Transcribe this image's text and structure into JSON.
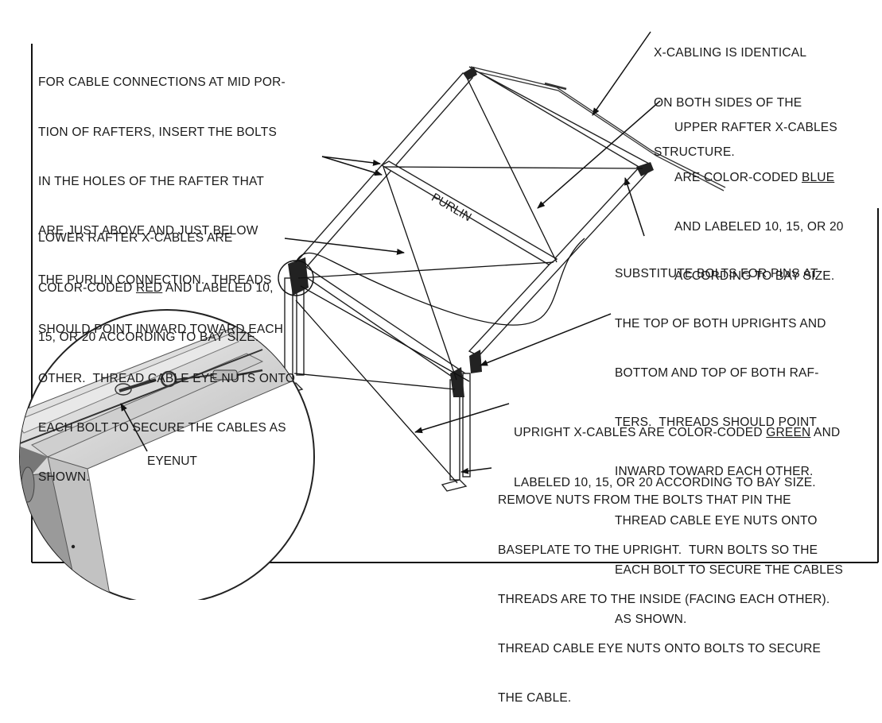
{
  "notes": {
    "mid_rafter": [
      "FOR CABLE CONNECTIONS AT MID POR-",
      "TION OF RAFTERS, INSERT THE BOLTS",
      "IN THE HOLES OF THE RAFTER THAT",
      "ARE JUST ABOVE AND JUST BELOW",
      "THE PURLIN CONNECTION.  THREADS",
      "SHOULD POINT INWARD TOWARD EACH",
      "OTHER.  THREAD CABLE EYE NUTS ONTO",
      "EACH BOLT TO SECURE THE CABLES AS",
      "SHOWN."
    ],
    "lower_rafter": {
      "line1": "LOWER RAFTER X-CABLES ARE",
      "line2_pre": "COLOR-CODED ",
      "color": "RED",
      "line2_post": " AND LABELED 10,",
      "line3": "15, OR 20 ACCORDING TO BAY SIZE."
    },
    "x_cabling": [
      "X-CABLING IS IDENTICAL",
      "ON BOTH SIDES OF THE",
      "STRUCTURE."
    ],
    "upper_rafter": {
      "line1": "UPPER RAFTER X-CABLES",
      "line2_pre": "ARE COLOR-CODED ",
      "color": "BLUE",
      "line3": "AND LABELED 10, 15, OR 20",
      "line4": "ACCORDING TO BAY SIZE."
    },
    "substitute": [
      "SUBSTITUTE BOLTS FOR PINS AT",
      "THE TOP OF BOTH UPRIGHTS AND",
      "BOTTOM AND TOP OF BOTH RAF-",
      "TERS.  THREADS SHOULD POINT",
      "INWARD TOWARD EACH OTHER.",
      "THREAD CABLE EYE NUTS ONTO",
      "EACH BOLT TO SECURE THE CABLES",
      "AS SHOWN."
    ],
    "upright": {
      "line1_pre": "UPRIGHT X-CABLES ARE COLOR-CODED ",
      "color": "GREEN",
      "line1_post": " AND",
      "line2": "LABELED 10, 15, OR 20 ACCORDING TO BAY SIZE."
    },
    "remove_nuts": [
      "REMOVE NUTS FROM THE BOLTS THAT PIN THE",
      "BASEPLATE TO THE UPRIGHT.  TURN BOLTS SO THE",
      "THREADS ARE TO THE INSIDE (FACING EACH OTHER).",
      "THREAD CABLE EYE NUTS ONTO BOLTS TO SECURE",
      "THE CABLE."
    ]
  },
  "labels": {
    "purlin": "PURLIN",
    "eyenut": "EYENUT"
  }
}
